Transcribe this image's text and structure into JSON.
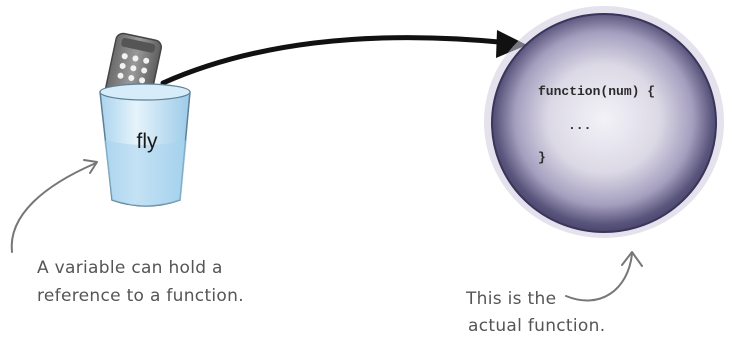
{
  "variable": {
    "name": "fly",
    "icon": "remote-control-icon"
  },
  "function_object": {
    "code_lines": [
      "function(num) {",
      "...",
      "}"
    ]
  },
  "annotations": {
    "variable_note": [
      "A variable can hold a",
      "reference to a function."
    ],
    "function_note": [
      "This is the",
      "actual function."
    ]
  },
  "colors": {
    "circle_fill": "#9a94b4",
    "circle_edge": "#4f4a70",
    "cup_fill": "#cfe7f5",
    "arrow": "#111111",
    "note_arrow": "#777777"
  }
}
